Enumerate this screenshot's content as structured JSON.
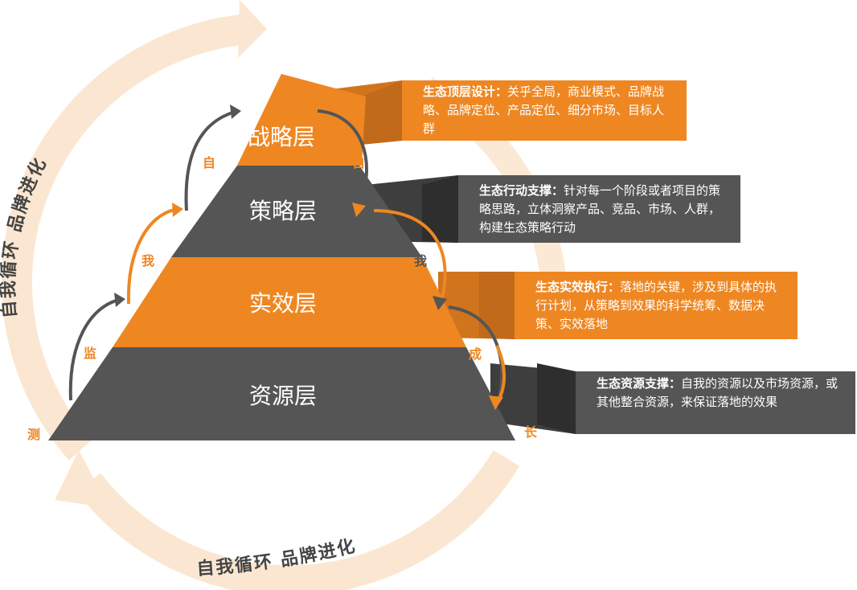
{
  "colors": {
    "orange": "#ee8722",
    "orange_dark": "#d0741d",
    "gray": "#555555",
    "gray_dark": "#3e3e3e",
    "ring": "#fbe7d1",
    "arrow_gray": "#555555",
    "arrow_orange": "#ee8722"
  },
  "pyramid": {
    "layers": [
      {
        "label": "战略层",
        "color": "orange"
      },
      {
        "label": "策略层",
        "color": "gray"
      },
      {
        "label": "实效层",
        "color": "orange"
      },
      {
        "label": "资源层",
        "color": "gray"
      }
    ]
  },
  "descriptions": [
    {
      "title": "生态顶层设计：",
      "text": "关乎全局，商业模式、品牌战略、品牌定位、产品定位、细分市场、目标人群",
      "color": "orange"
    },
    {
      "title": "生态行动支撑：",
      "text": "针对每一个阶段或者项目的策略思路，立体洞察产品、竞品、市场、人群，构建生态策略行动",
      "color": "gray"
    },
    {
      "title": "生态实效执行：",
      "text": "落地的关键，涉及到具体的执行计划，从策略到效果的科学统筹、数据决策、实效落地",
      "color": "orange"
    },
    {
      "title": "生态资源支撑：",
      "text": "自我的资源以及市场资源，或其他整合资源，来保证落地的效果",
      "color": "gray"
    }
  ],
  "left_chars": [
    "测",
    "监",
    "我",
    "自"
  ],
  "right_chars": [
    "自",
    "我",
    "成",
    "长"
  ],
  "cycle_text_left": "自我循环 品牌进化",
  "cycle_text_bottom": "自我循环 品牌进化"
}
